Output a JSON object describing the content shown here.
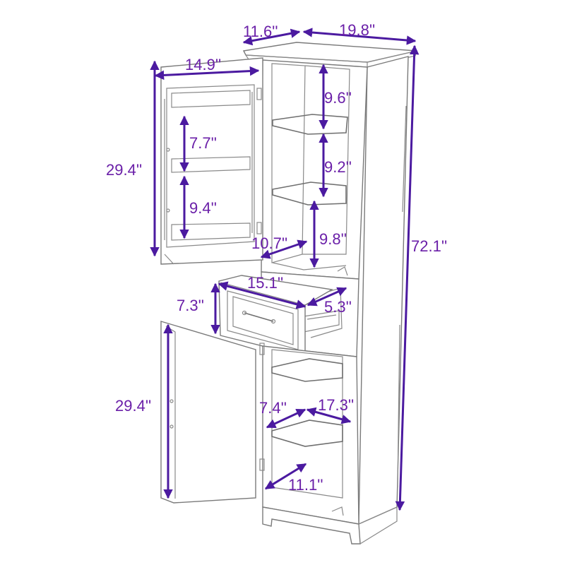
{
  "colors": {
    "dimension": "#5a1fa8",
    "outline": "#7a7a7a",
    "background": "#ffffff"
  },
  "dimensions": {
    "depth_top": "11.6''",
    "width_top": "19.8''",
    "door_width": "14.9''",
    "upper_door_height": "29.4''",
    "door_rack_upper": "7.7''",
    "door_rack_lower": "9.4''",
    "shelf_gap_1": "9.6''",
    "shelf_gap_2": "9.2''",
    "shelf_gap_3": "9.8''",
    "inner_depth_upper": "10.7''",
    "total_height": "72.1''",
    "drawer_width": "15.1''",
    "drawer_front_height": "7.3''",
    "drawer_depth": "5.3''",
    "lower_door_height": "29.4''",
    "lower_shelf_depth": "7.4''",
    "lower_shelf_width": "17.3''",
    "bottom_depth": "11.1''"
  }
}
